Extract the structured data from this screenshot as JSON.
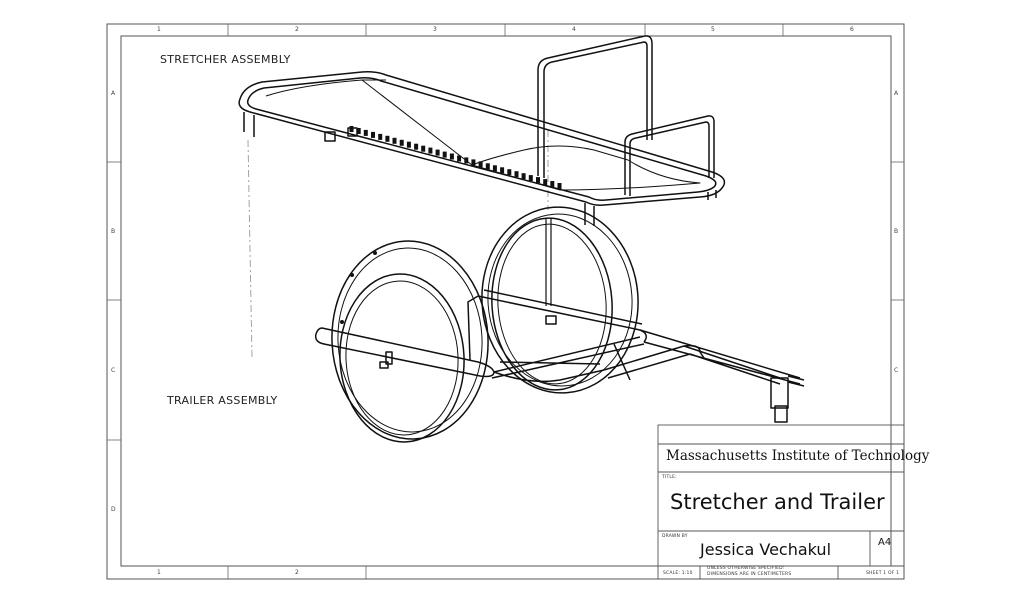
{
  "drawing": {
    "labels": {
      "stretcher": "STRETCHER ASSEMBLY",
      "trailer": "TRAILER ASSEMBLY"
    },
    "title_block": {
      "institution": "Massachusetts Institute of Technology",
      "title_field_label": "TITLE:",
      "title": "Stretcher and Trailer",
      "drawn_by_label": "DRAWN BY",
      "author": "Jessica Vechakul",
      "size": "A4",
      "scale": "SCALE: 1:10",
      "dimension_note_1": "UNLESS OTHERWISE SPECIFIED:",
      "dimension_note_2": "DIMENSIONS ARE IN CENTIMETERS",
      "sheet": "SHEET 1 OF 1"
    },
    "zones": {
      "top_columns": [
        "1",
        "2",
        "3",
        "4",
        "5",
        "6"
      ],
      "bottom_columns": [
        "1",
        "2"
      ],
      "left_rows": [
        "A",
        "B",
        "C",
        "D"
      ],
      "right_rows": [
        "A",
        "B",
        "C"
      ]
    }
  }
}
